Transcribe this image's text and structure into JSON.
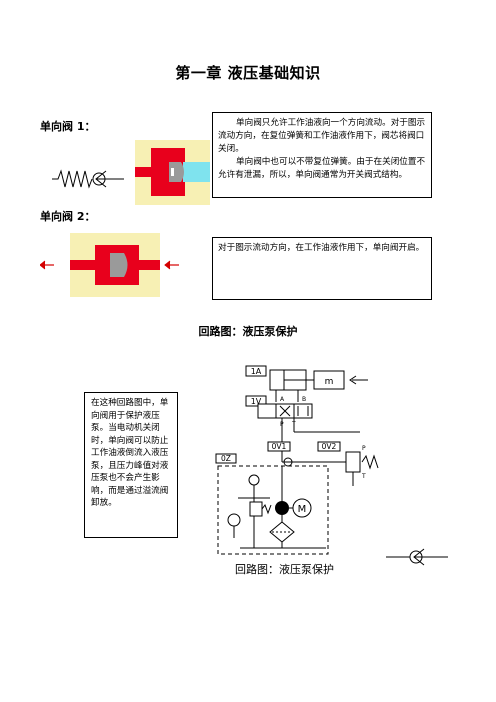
{
  "page": {
    "title": "第一章 液压基础知识"
  },
  "section1": {
    "label": "单向阀 1：",
    "paragraph1": "单向阀只允许工作油液向一个方向流动。对于图示流动方向，在复位弹簧和工作油液作用下，阀芯将阀口关闭。",
    "paragraph2": "单向阀中也可以不带复位弹簧。由于在关闭位置不允许有泄漏，所以，单向阀通常为开关阀式结构。"
  },
  "section2": {
    "label": "单向阀 2：",
    "text": "对于图示流动方向，在工作油液作用下，单向阀开启。"
  },
  "circuit": {
    "title": "回路图：液压泵保护",
    "side_text": "在这种回路图中，单向阀用于保护液压泵。当电动机关闭时，单向阀可以防止工作油液倒流入液压泵，且压力峰值对液压泵也不会产生影响，而是通过溢流阀卸放。",
    "caption": "回路图：液压泵保护",
    "labels": {
      "cylinder": "1A",
      "mass": "m",
      "valve": "1V",
      "port_a": "A",
      "port_b": "B",
      "port_p": "P",
      "port_t": "T",
      "check": "0V1",
      "relief": "0V2",
      "relief_p": "P",
      "relief_t": "T",
      "unit": "0Z",
      "motor": "M"
    }
  },
  "colors": {
    "valve_red": "#e8001c",
    "poppet_gray": "#9a9a9a",
    "oil_cyan": "#7fe3ee",
    "bg_beige": "#f7f0b4",
    "arrow_red": "#d40000"
  }
}
